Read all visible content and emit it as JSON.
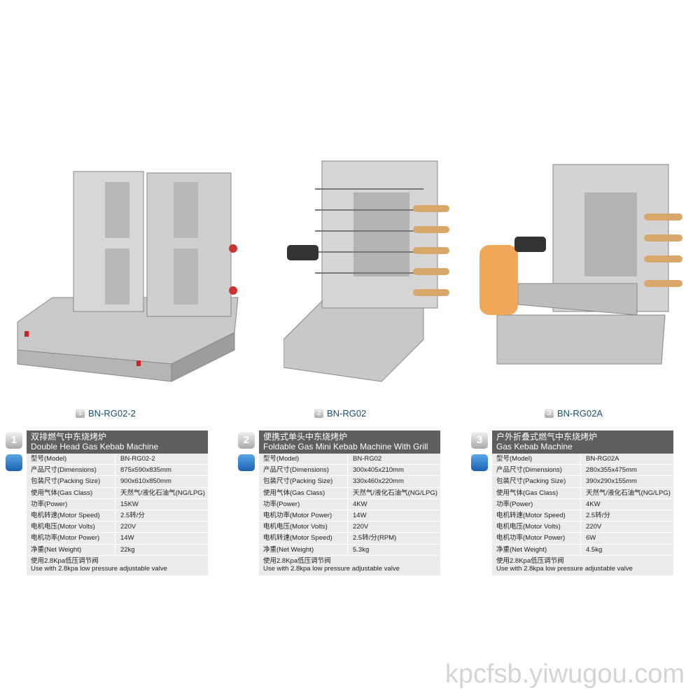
{
  "products": [
    {
      "num": "1",
      "caption": "BN-RG02-2",
      "title_cn": "双排燃气中东烧烤炉",
      "title_en": "Double Head Gas Kebab Machine",
      "specs": [
        [
          "型号(Model)",
          "BN-RG02-2"
        ],
        [
          "产品尺寸(Dimensions)",
          "875x590x835mm"
        ],
        [
          "包装尺寸(Packing Size)",
          "900x610x850mm"
        ],
        [
          "使用气体(Gas Class)",
          "天然气/液化石油气(NG/LPG)"
        ],
        [
          "功率(Power)",
          "15KW"
        ],
        [
          "电机转速(Motor Speed)",
          "2.5转/分"
        ],
        [
          "电机电压(Motor Volts)",
          "220V"
        ],
        [
          "电机功率(Motor Power)",
          "14W"
        ],
        [
          "净重(Net Weight)",
          "22kg"
        ]
      ],
      "note_cn": "使用2.8Kpa低压调节阀",
      "note_en": "Use with 2.8kpa low pressure adjustable valve"
    },
    {
      "num": "2",
      "caption": "BN-RG02",
      "title_cn": "便携式单头中东烧烤炉",
      "title_en": "Foldable Gas Mini Kebab Machine With Grill",
      "specs": [
        [
          "型号(Model)",
          "BN-RG02"
        ],
        [
          "产品尺寸(Dimensions)",
          "300x405x210mm"
        ],
        [
          "包装尺寸(Packing Size)",
          "330x460x220mm"
        ],
        [
          "使用气体(Gas Class)",
          "天然气/液化石油气(NG/LPG)"
        ],
        [
          "功率(Power)",
          "4KW"
        ],
        [
          "电机功率(Motor Power)",
          "14W"
        ],
        [
          "电机电压(Motor Volts)",
          "220V"
        ],
        [
          "电机转速(Motor Speed)",
          "2.5转/分(RPM)"
        ],
        [
          "净重(Net Weight)",
          "5.3kg"
        ]
      ],
      "note_cn": "使用2.8Kpa低压调节阀",
      "note_en": "Use with 2.8kpa low pressure adjustable valve"
    },
    {
      "num": "3",
      "caption": "BN-RG02A",
      "title_cn": "户外折叠式燃气中东烧烤炉",
      "title_en": "Gas Kebab Machine",
      "specs": [
        [
          "型号(Model)",
          "BN-RG02A"
        ],
        [
          "产品尺寸(Dimensions)",
          "280x355x475mm"
        ],
        [
          "包装尺寸(Packing Size)",
          "390x290x155mm"
        ],
        [
          "使用气体(Gas Class)",
          "天然气/液化石油气(NG/LPG)"
        ],
        [
          "功率(Power)",
          "4KW"
        ],
        [
          "电机转速(Motor Speed)",
          "2.5转/分"
        ],
        [
          "电机电压(Motor Volts)",
          "220V"
        ],
        [
          "电机功率(Motor Power)",
          "6W"
        ],
        [
          "净重(Net Weight)",
          "4.5kg"
        ]
      ],
      "note_cn": "使用2.8Kpa低压调节阀",
      "note_en": "Use with 2.8kpa low pressure adjustable valve"
    }
  ],
  "watermark": "kpcfsb.yiwugou.com"
}
